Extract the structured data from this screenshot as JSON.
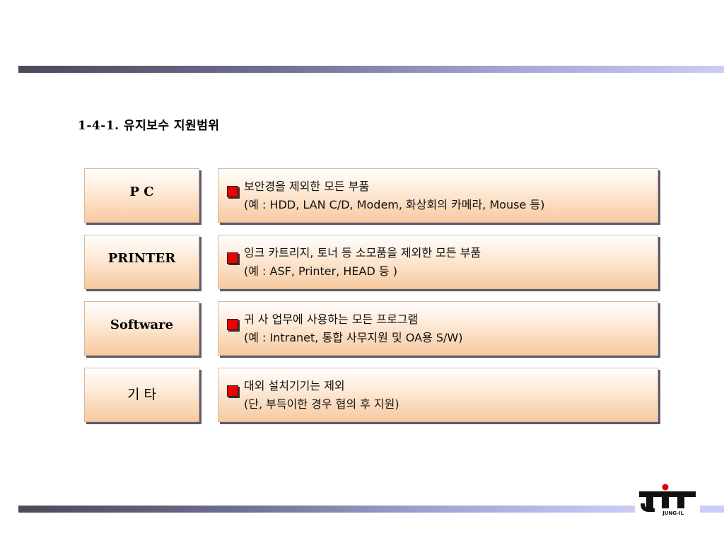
{
  "title": "1-4-1. 유지보수 지원범위",
  "rows": [
    {
      "label": "P    C",
      "line1": "보안경을 제외한 모든 부품",
      "line2": "(예 : HDD, LAN C/D, Modem, 화상회의 카메라, Mouse 등)"
    },
    {
      "label": "PRINTER",
      "line1": "잉크 카트리지, 토너 등 소모품을 제외한 모든 부품",
      "line2": "(예 : ASF, Printer, HEAD 등 )"
    },
    {
      "label": "Software",
      "line1": "귀 사 업무에 사용하는 모든 프로그램",
      "line2": "(예 : Intranet, 통합 사무지원 및 OA용 S/W)"
    },
    {
      "label": "기   타",
      "line1": "대외 설치기기는 제외",
      "line2": "(단, 부득이한 경우 협의 후 지원)"
    }
  ],
  "logo": {
    "text": "JUNG-IL",
    "bullet_icon": "red-square-bullet-icon"
  },
  "colors": {
    "bullet": "#ee0000",
    "box_light": "#fde8d4",
    "box_dark": "#f7c9a0",
    "bar_dark": "#4a4a5a",
    "bar_light": "#ccccf6"
  }
}
